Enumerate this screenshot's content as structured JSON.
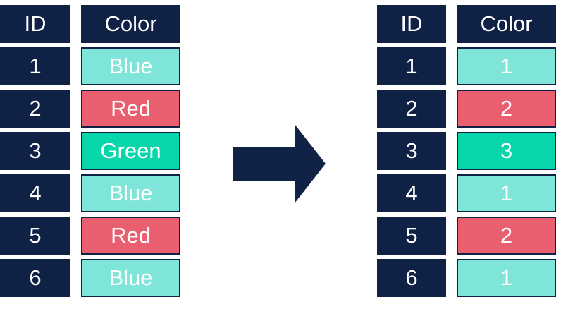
{
  "colors": {
    "navy": "#0f2145",
    "Blue": "#7fe5d8",
    "Red": "#ea5f70",
    "Green": "#06d6a9"
  },
  "left_table": {
    "headers": {
      "id": "ID",
      "color": "Color"
    },
    "rows": [
      {
        "id": "1",
        "color": "Blue"
      },
      {
        "id": "2",
        "color": "Red"
      },
      {
        "id": "3",
        "color": "Green"
      },
      {
        "id": "4",
        "color": "Blue"
      },
      {
        "id": "5",
        "color": "Red"
      },
      {
        "id": "6",
        "color": "Blue"
      }
    ]
  },
  "right_table": {
    "headers": {
      "id": "ID",
      "color": "Color"
    },
    "rows": [
      {
        "id": "1",
        "color": "1",
        "fill": "Blue"
      },
      {
        "id": "2",
        "color": "2",
        "fill": "Red"
      },
      {
        "id": "3",
        "color": "3",
        "fill": "Green"
      },
      {
        "id": "4",
        "color": "1",
        "fill": "Blue"
      },
      {
        "id": "5",
        "color": "2",
        "fill": "Red"
      },
      {
        "id": "6",
        "color": "1",
        "fill": "Blue"
      }
    ]
  },
  "arrow_icon": "right-arrow-icon"
}
